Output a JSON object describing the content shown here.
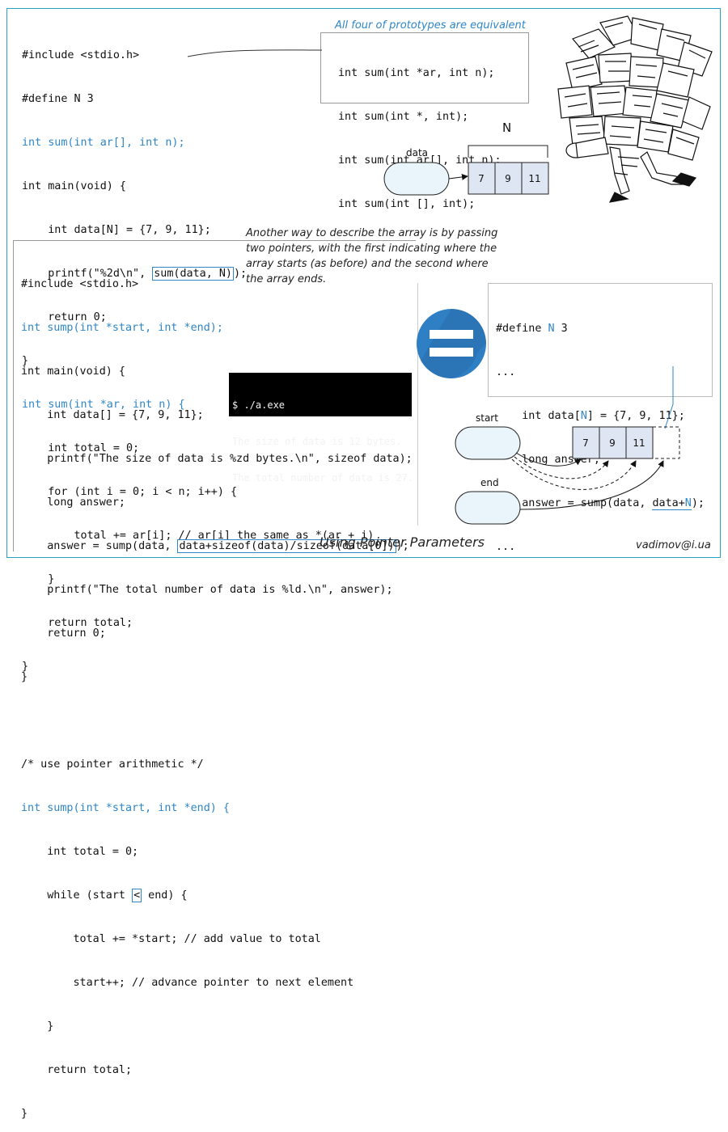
{
  "code_top": {
    "lines": [
      "#include <stdio.h>",
      "#define N 3",
      "int sum(int ar[], int n);",
      "int main(void) {",
      "    int data[N] = {7, 9, 11};",
      "    printf(\"%2d\\n\", ",
      "sum(data, N)",
      ");",
      "    return 0;",
      "}",
      "int sum(int *ar, int n) {",
      "    int total = 0;",
      "    for (int i = 0; i < n; i++) {",
      "        total += ar[i]; // ar[i] the same as *(ar + i)",
      "    }",
      "    return total;",
      "}"
    ]
  },
  "prototypes": {
    "title": "All four of prototypes are equivalent",
    "lines": [
      "int sum(int *ar, int n);",
      "int sum(int *, int);",
      "int sum(int ar[], int n);",
      "int sum(int [], int);"
    ]
  },
  "diagram_top": {
    "pointer_label": "data",
    "size_label": "N",
    "cells": [
      "7",
      "9",
      "11"
    ]
  },
  "explanation": [
    "Another way to describe the array is by passing",
    "two pointers, with the first indicating where the",
    "array starts (as before) and the second where",
    "the array ends."
  ],
  "code_bottom": {
    "lines": [
      "#include <stdio.h>",
      "int sump(int *start, int *end);",
      "int main(void) {",
      "    int data[] = {7, 9, 11};",
      "    printf(\"The size of data is %zd bytes.\\n\", sizeof data);",
      "    long answer;",
      "    answer = sump(data, ",
      "data+sizeof(data)/sizeof(data[0])",
      ");",
      "    printf(\"The total number of data is %ld.\\n\", answer);",
      "    return 0;",
      "}",
      "",
      "/* use pointer arithmetic */",
      "int sump(int *start, int *end) {",
      "    int total = 0;",
      "    while (start ",
      "<",
      " end) {",
      "        total += *start; // add value to total",
      "        start++; // advance pointer to next element",
      "    }",
      "    return total;",
      "}"
    ]
  },
  "terminal": {
    "lines": [
      "$ ./a.exe",
      "The size of data is 12 bytes.",
      "The total number of data is 27."
    ]
  },
  "right_code": {
    "lines": [
      "#define ",
      "N",
      " 3",
      "...",
      "    int data[",
      "N",
      "] = {7, 9, 11};",
      "    long answer;",
      "    answer = sump(data, ",
      "data+",
      "N",
      ");",
      "..."
    ]
  },
  "diagram_bottom": {
    "start_label": "start",
    "end_label": "end",
    "cells": [
      "7",
      "9",
      "11"
    ]
  },
  "caption": "Using Pointer Parameters",
  "email": "vadimov@i.ua",
  "colors": {
    "accent": "#2f86c8",
    "frame": "#2aa3c2",
    "bubble_fill": "#e9f4fb",
    "cell_fill": "#dfe6f3",
    "icon_circle": "#2f7fc4"
  }
}
